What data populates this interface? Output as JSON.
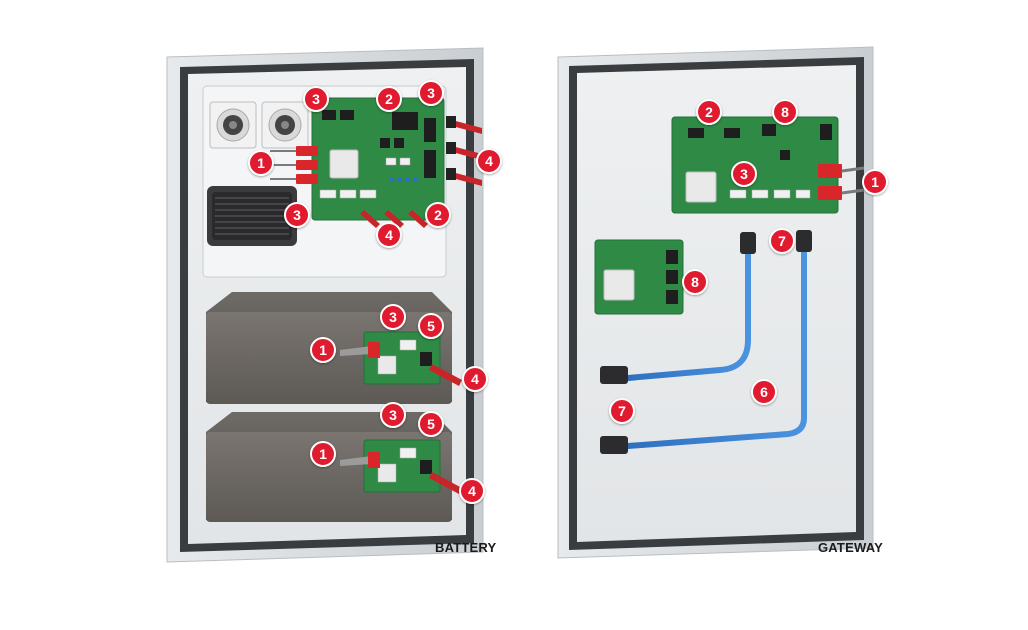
{
  "colors": {
    "badge": "#e01b2f",
    "pcb": "#2f8a45",
    "cable_blue": "#3a7fd0",
    "connector_red": "#d8262b",
    "enclosure_frame": "#dfe3e6",
    "enclosure_border": "#3a3d40",
    "battery_module": "#6a6662"
  },
  "panels": [
    {
      "caption": "BATTERY",
      "badges": [
        "3",
        "2",
        "3",
        "1",
        "4",
        "3",
        "2",
        "4",
        "3",
        "5",
        "1",
        "4",
        "3",
        "5",
        "1",
        "4"
      ]
    },
    {
      "caption": "GATEWAY",
      "badges": [
        "2",
        "8",
        "3",
        "1",
        "7",
        "8",
        "6",
        "7"
      ]
    }
  ]
}
